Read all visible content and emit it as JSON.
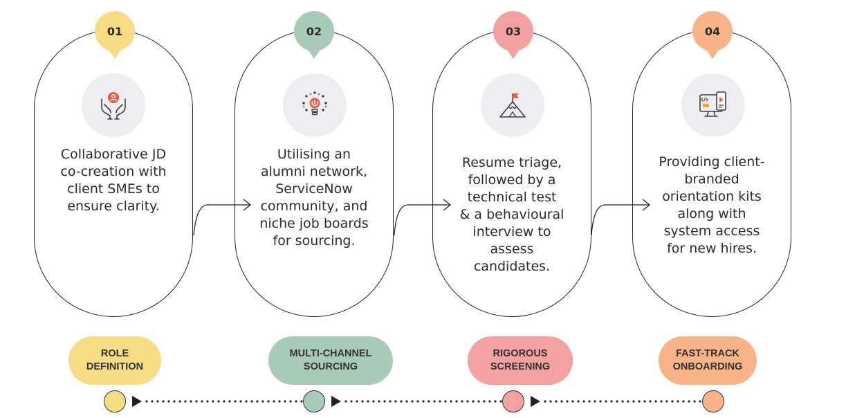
{
  "steps": [
    {
      "number": "01",
      "icon": "hands-holding-person-icon",
      "description": "Collaborative JD\nco-creation with\nclient SMEs to\nensure clarity.",
      "label": "ROLE\nDEFINITION",
      "color": "#f5dc85"
    },
    {
      "number": "02",
      "icon": "idea-lightbulb-network-icon",
      "description": "Utilising an\nalumni network,\nServiceNow\ncommunity, and\nniche job boards\nfor sourcing.",
      "label": "MULTI-CHANNEL\nSOURCING",
      "color": "#a8cbb8"
    },
    {
      "number": "03",
      "icon": "mountain-flag-icon",
      "description": "Resume triage,\nfollowed by a\ntechnical test\n& a behavioural\ninterview to\nassess\ncandidates.",
      "label": "RIGOROUS\nSCREENING",
      "color": "#f3a0a0"
    },
    {
      "number": "04",
      "icon": "computer-devices-icon",
      "description": "Providing client-\nbranded\norientation kits\nalong with\nsystem access\nfor new hires.",
      "label": "FAST-TRACK\nONBOARDING",
      "color": "#f8b488"
    }
  ]
}
